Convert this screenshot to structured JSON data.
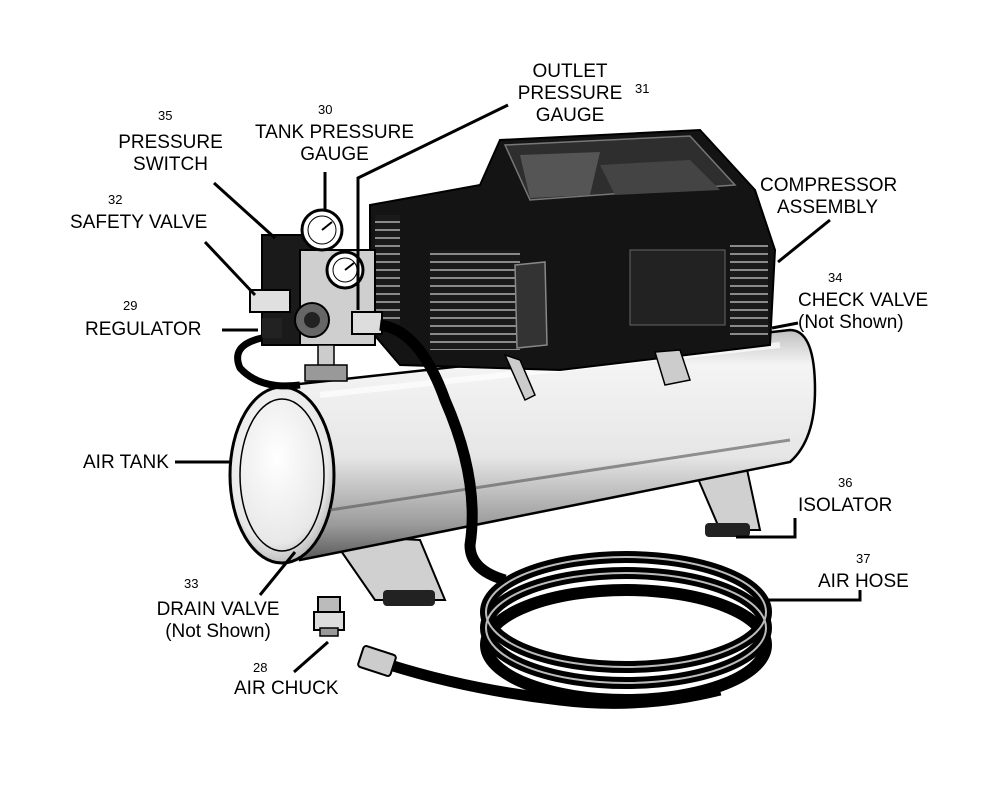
{
  "labels": {
    "outlet_gauge": {
      "number": "31",
      "lines": [
        "OUTLET",
        "PRESSURE",
        "GAUGE"
      ]
    },
    "tank_gauge": {
      "number": "30",
      "lines": [
        "TANK PRESSURE",
        "GAUGE"
      ]
    },
    "pressure_switch": {
      "number": "35",
      "lines": [
        "PRESSURE",
        "SWITCH"
      ]
    },
    "safety_valve": {
      "number": "32",
      "lines": [
        "SAFETY VALVE"
      ]
    },
    "regulator": {
      "number": "29",
      "lines": [
        "REGULATOR"
      ]
    },
    "compressor": {
      "lines": [
        "COMPRESSOR",
        "ASSEMBLY"
      ]
    },
    "check_valve": {
      "number": "34",
      "lines": [
        "CHECK VALVE",
        "(Not Shown)"
      ]
    },
    "air_tank": {
      "lines": [
        "AIR TANK"
      ]
    },
    "isolator": {
      "number": "36",
      "lines": [
        "ISOLATOR"
      ]
    },
    "air_hose": {
      "number": "37",
      "lines": [
        "AIR HOSE"
      ]
    },
    "drain_valve": {
      "number": "33",
      "lines": [
        "DRAIN VALVE",
        "(Not Shown)"
      ]
    },
    "air_chuck": {
      "number": "28",
      "lines": [
        "AIR CHUCK"
      ]
    }
  },
  "colors": {
    "ink": "#000000",
    "paper": "#ffffff",
    "metal": "#d9d9d9",
    "dark": "#1a1a1a"
  }
}
